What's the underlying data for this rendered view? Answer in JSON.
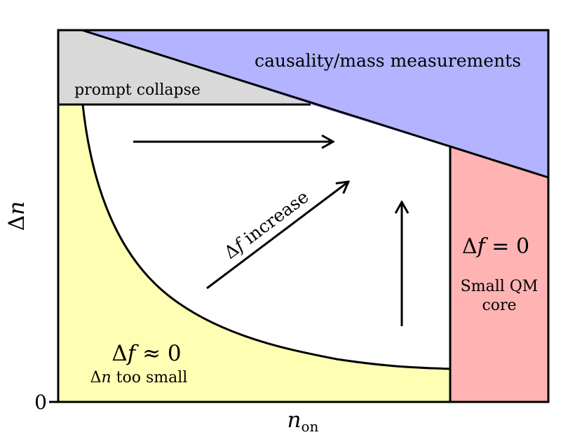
{
  "axes": {
    "ylabel_symbol": "Δ",
    "ylabel_var": "n",
    "xlabel_var": "n",
    "xlabel_sub": "on",
    "y_zero_tick": "0"
  },
  "regions": {
    "causality": {
      "label": "causality/mass measurements",
      "color": "#b3b3ff"
    },
    "prompt_collapse": {
      "label": "prompt collapse",
      "color": "#d9d9d9"
    },
    "small_core": {
      "eq_symbol": "Δ",
      "eq_var": "f",
      "eq_rest": " = 0",
      "desc_line1": "Small QM",
      "desc_line2": "core",
      "color": "#ffb3b3"
    },
    "too_small": {
      "eq_symbol": "Δ",
      "eq_var": "f",
      "eq_rest": " ≈ 0",
      "desc_symbol": "Δ",
      "desc_var": "n",
      "desc_rest": " too small",
      "color": "#ffffb3"
    }
  },
  "annotations": {
    "increase_symbol": "Δ",
    "increase_var": "f",
    "increase_rest": " increase"
  }
}
